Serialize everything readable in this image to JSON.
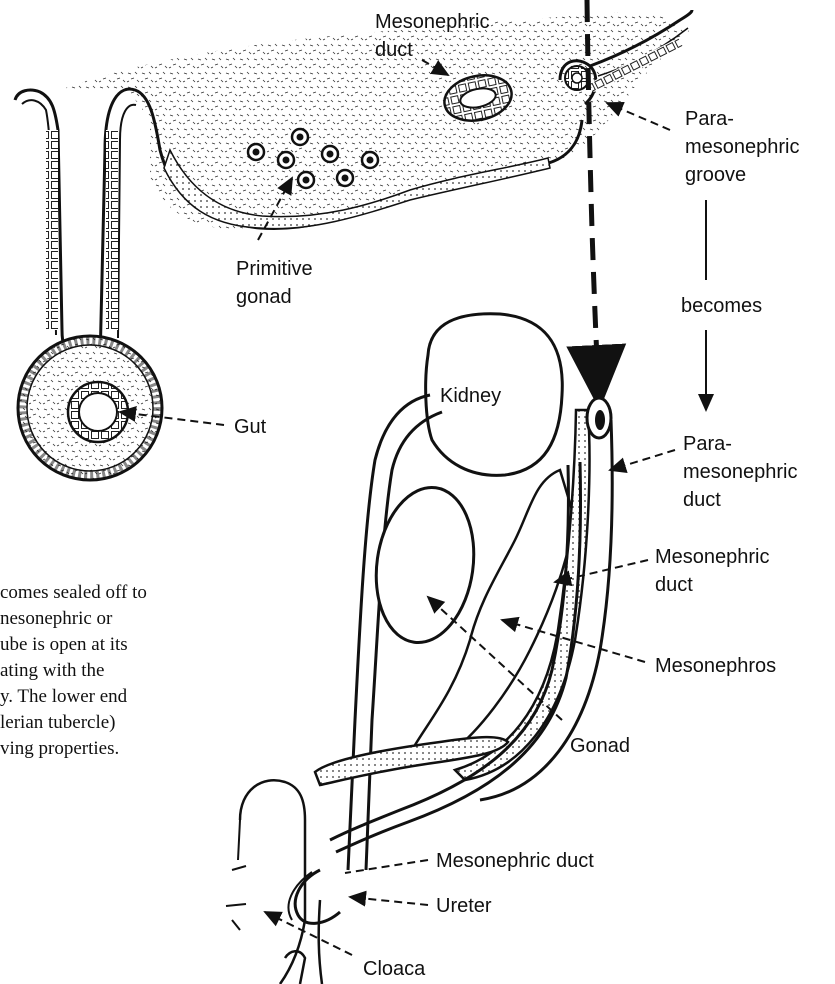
{
  "labels": {
    "mesonephric_duct_top": [
      "Mesonephric",
      "duct"
    ],
    "paramesonephric_groove": [
      "Para-",
      "mesonephric",
      "groove"
    ],
    "primitive_gonad": [
      "Primitive",
      "gonad"
    ],
    "becomes": "becomes",
    "kidney": "Kidney",
    "gut": "Gut",
    "paramesonephric_duct": [
      "Para-",
      "mesonephric",
      "duct"
    ],
    "mesonephric_duct_right": [
      "Mesonephric",
      "duct"
    ],
    "mesonephros": "Mesonephros",
    "gonad": "Gonad",
    "mesonephric_duct_bottom": "Mesonephric duct",
    "ureter": "Ureter",
    "cloaca": "Cloaca"
  },
  "body_text_lines": [
    "comes sealed off to",
    "nesonephric or",
    "ube is open at its",
    "ating with the",
    "y. The lower end",
    "lerian tubercle)",
    "ving properties."
  ]
}
